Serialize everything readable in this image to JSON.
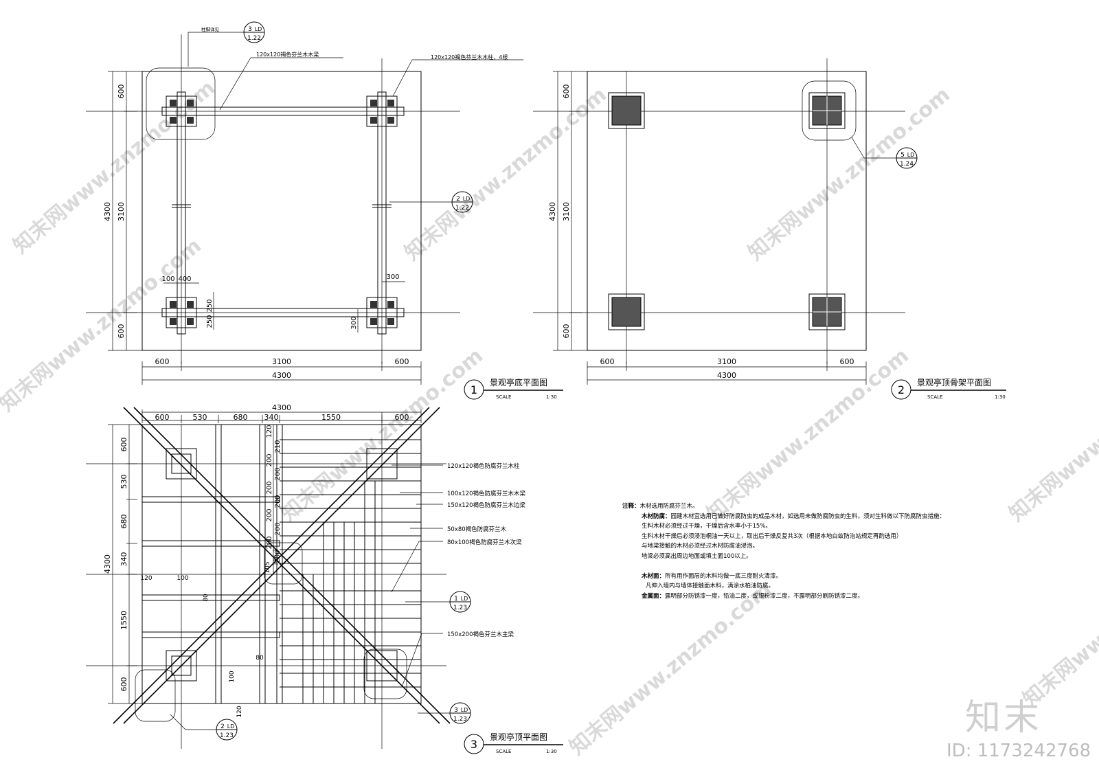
{
  "drawings": {
    "plan1": {
      "number": "1",
      "title": "景观亭底平面图",
      "scale_label": "SCALE",
      "scale": "1:30",
      "dims_bottom": [
        "600",
        "3100",
        "600"
      ],
      "dim_total": "4300",
      "dims_left": [
        "600",
        "3100",
        "600"
      ],
      "dim_left_total": "4300",
      "callouts": {
        "column_detail": "柱脚详见",
        "beam": "120x120褐色芬兰木木梁",
        "column": "120x120褐色芬兰木木柱，4根"
      },
      "local_dims": [
        "100",
        "400",
        "250",
        "250",
        "300",
        "300"
      ],
      "refs": [
        {
          "num": "3",
          "code": "LD",
          "sheet": "1.22"
        },
        {
          "num": "2",
          "code": "LD",
          "sheet": "1.22"
        }
      ]
    },
    "plan2": {
      "number": "2",
      "title": "景观亭顶骨架平面图",
      "scale_label": "SCALE",
      "scale": "1:30",
      "dims_bottom": [
        "600",
        "3100",
        "600"
      ],
      "dim_total": "4300",
      "dims_left": [
        "600",
        "3100",
        "600"
      ],
      "dim_left_total": "4300",
      "refs": [
        {
          "num": "5",
          "code": "LD",
          "sheet": "1.24"
        }
      ]
    },
    "plan3": {
      "number": "3",
      "title": "景观亭顶平面图",
      "scale_label": "SCALE",
      "scale": "1:30",
      "dim_top_total": "4300",
      "dims_top": [
        "600",
        "530",
        "680",
        "340",
        "1550",
        "600"
      ],
      "dim_left_total": "4300",
      "dims_left": [
        "600",
        "530",
        "680",
        "340",
        "1550",
        "600"
      ],
      "rafter_dims": [
        "120",
        "210",
        "200",
        "200",
        "200",
        "200",
        "200",
        "200",
        "200",
        "200"
      ],
      "local_dims": [
        "120",
        "100",
        "80",
        "80",
        "100",
        "120",
        "105",
        "315.1"
      ],
      "callouts": [
        "120x120褐色防腐芬兰木柱",
        "100x120褐色防腐芬兰木木梁",
        "150x120褐色防腐芬兰木边梁",
        "50x80褐色防腐芬兰木",
        "80x100褐色防腐芬兰木次梁",
        "150x200褐色芬兰木主梁"
      ],
      "refs": [
        {
          "num": "1",
          "code": "LD",
          "sheet": "1.23"
        },
        {
          "num": "3",
          "code": "LD",
          "sheet": "1.23"
        },
        {
          "num": "2",
          "code": "LD",
          "sheet": "1.23"
        }
      ]
    }
  },
  "notes": {
    "lines": [
      {
        "label": "注释：",
        "text": "木材选用防腐芬兰木。"
      },
      {
        "label": "木材防腐：",
        "text": "园建木材宜选用已做好防腐防虫的成品木材，如选用未做防腐防虫的生料，须对生料做以下防腐防虫措施："
      },
      {
        "label": "",
        "text": "生料木材必须经过干燥，干燥后含水率小于15%。"
      },
      {
        "label": "",
        "text": "生料木材干燥后必须浸泡桐油一天以上，取出后干燥反复共3次（根据本地白蚁防治站规定再酌选用）"
      },
      {
        "label": "",
        "text": "与地梁接触的木材必须经过木材防腐油浸泡。"
      },
      {
        "label": "",
        "text": "地梁必须高出周边地面或填土面100以上。"
      },
      {
        "label": "",
        "text": ""
      },
      {
        "label": "木材面：",
        "text": "所有用作面层的木料均做一底三度耐火清漆。"
      },
      {
        "label": "",
        "text": "凡伸入墙内与墙体接触面木料，满涂水柏油防腐。"
      },
      {
        "label": "金属面：",
        "text": "露明部分防锈漆一度，铅油二度，或银粉漆二度，不露明部分刷防锈漆二度。"
      }
    ]
  },
  "watermark": {
    "text": "知末网www.znzmo.com",
    "brand": "知末",
    "id": "ID: 1173242768"
  }
}
